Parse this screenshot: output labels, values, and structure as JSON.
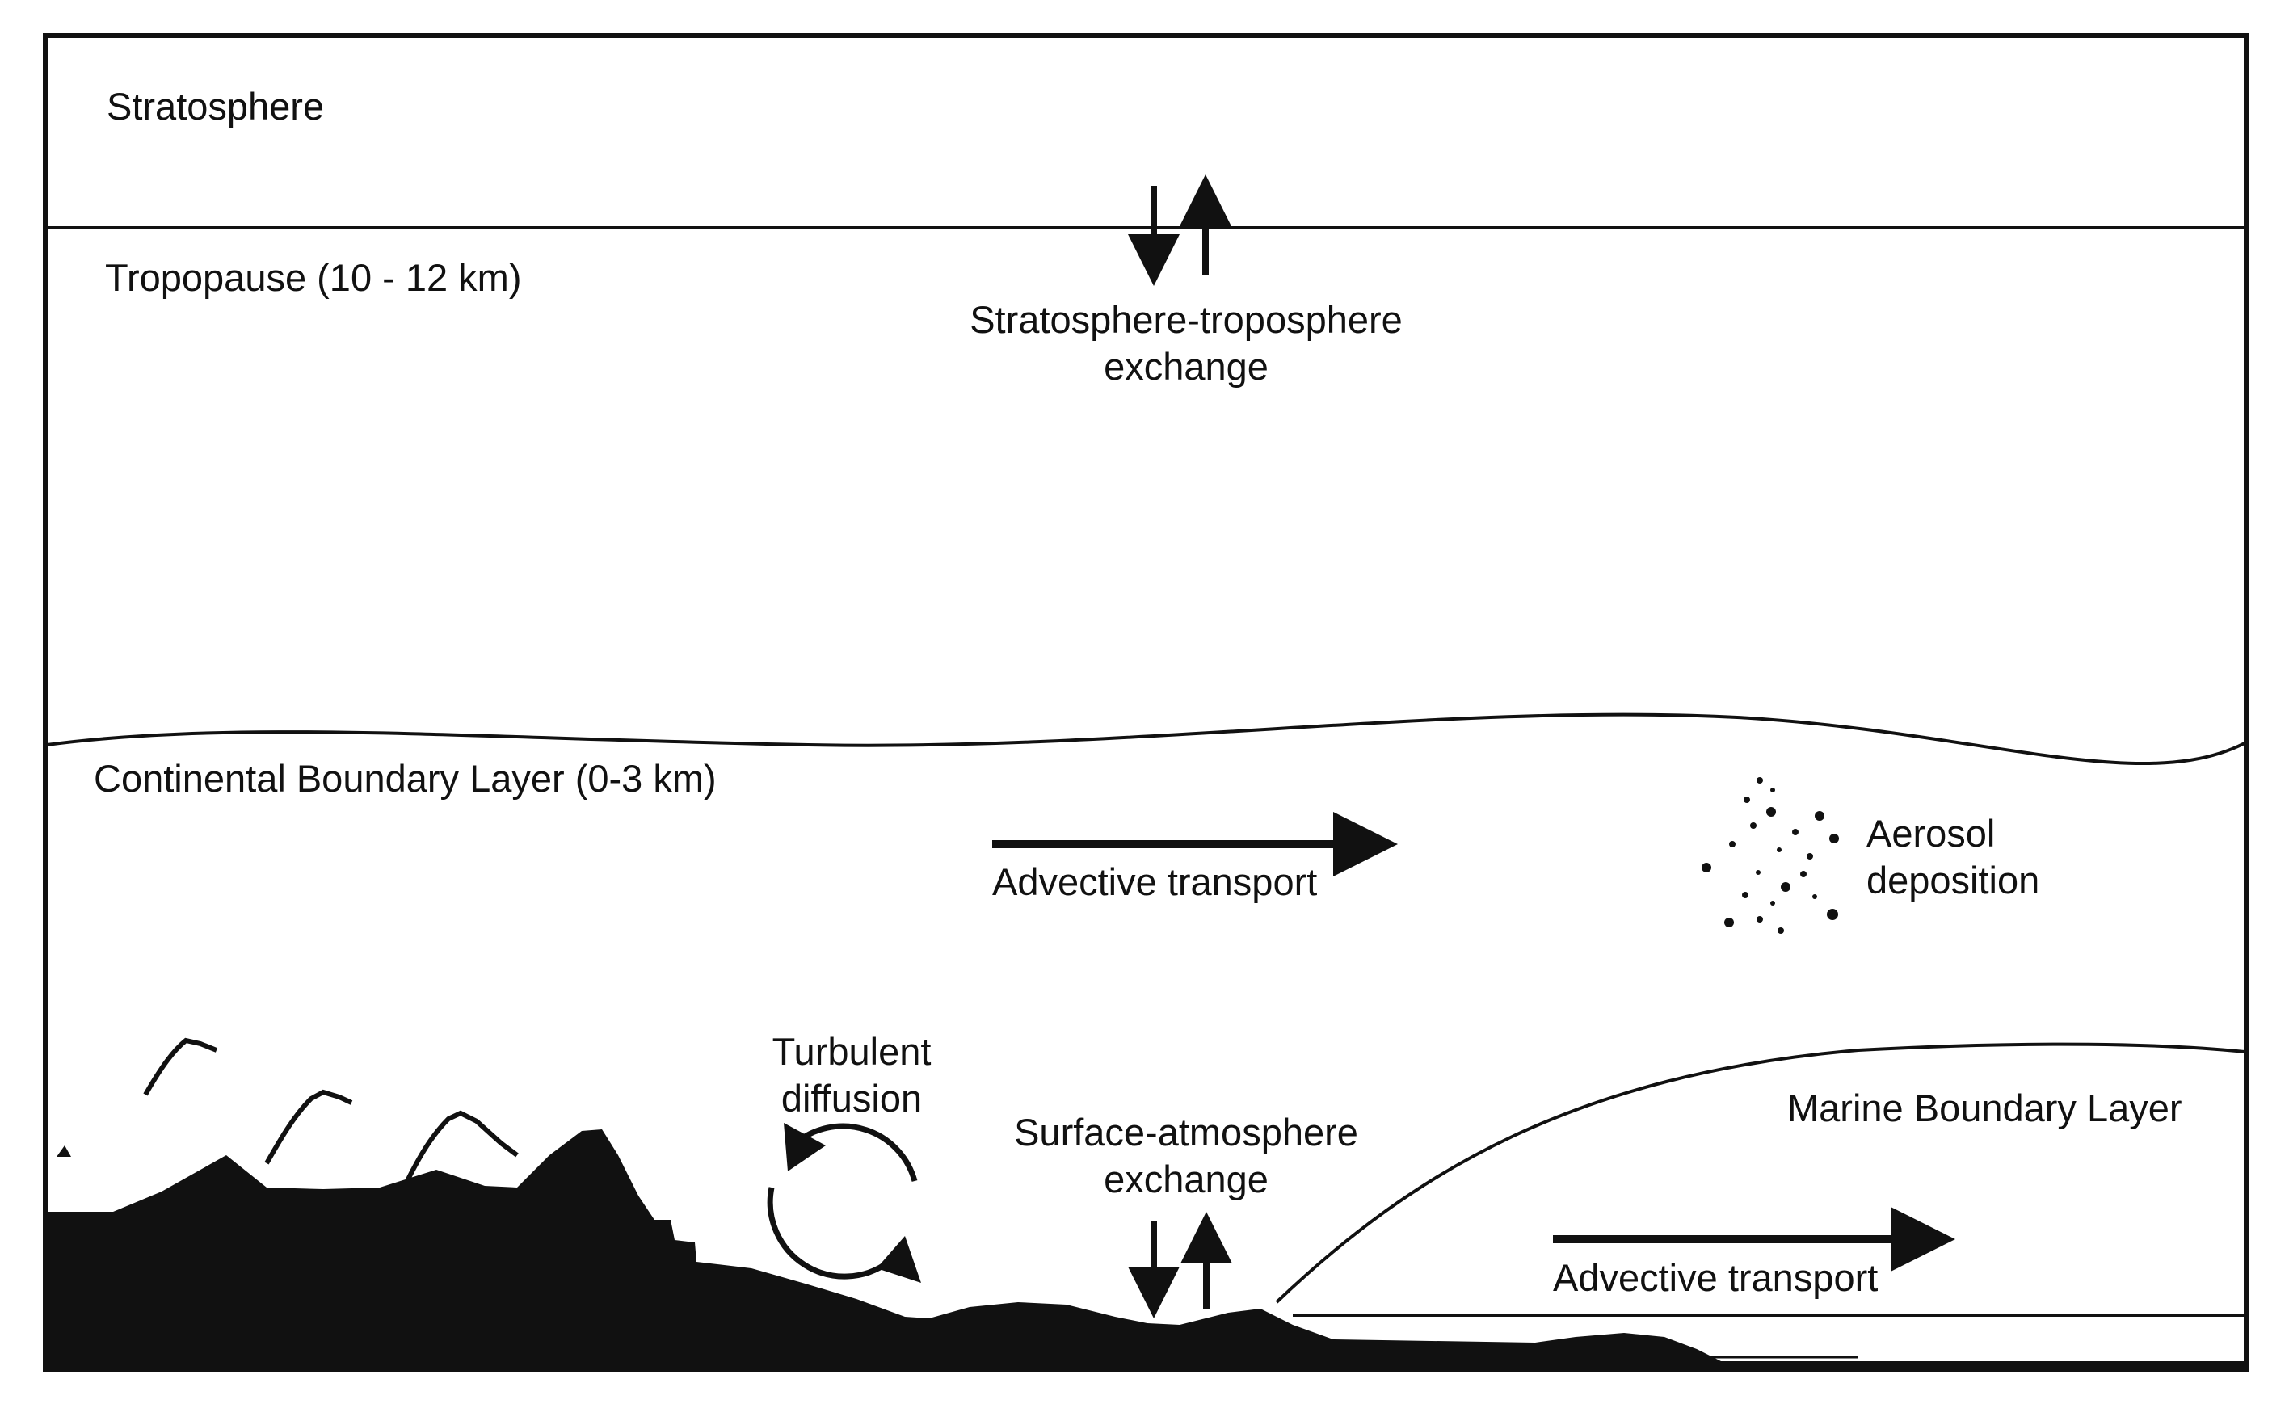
{
  "labels": {
    "stratosphere": "Stratosphere",
    "tropopause": "Tropopause (10 - 12 km)",
    "ste_line1": "Stratosphere-troposphere",
    "ste_line2": "exchange",
    "cbl": "Continental Boundary Layer (0-3 km)",
    "advective_upper": "Advective transport",
    "aerosol_line1": "Aerosol",
    "aerosol_line2": "deposition",
    "turbulent_line1": "Turbulent",
    "turbulent_line2": "diffusion",
    "sae_line1": "Surface-atmosphere",
    "sae_line2": "exchange",
    "mbl": "Marine Boundary Layer",
    "advective_lower": "Advective transport"
  },
  "colors": {
    "ink": "#111111",
    "background": "#ffffff"
  }
}
